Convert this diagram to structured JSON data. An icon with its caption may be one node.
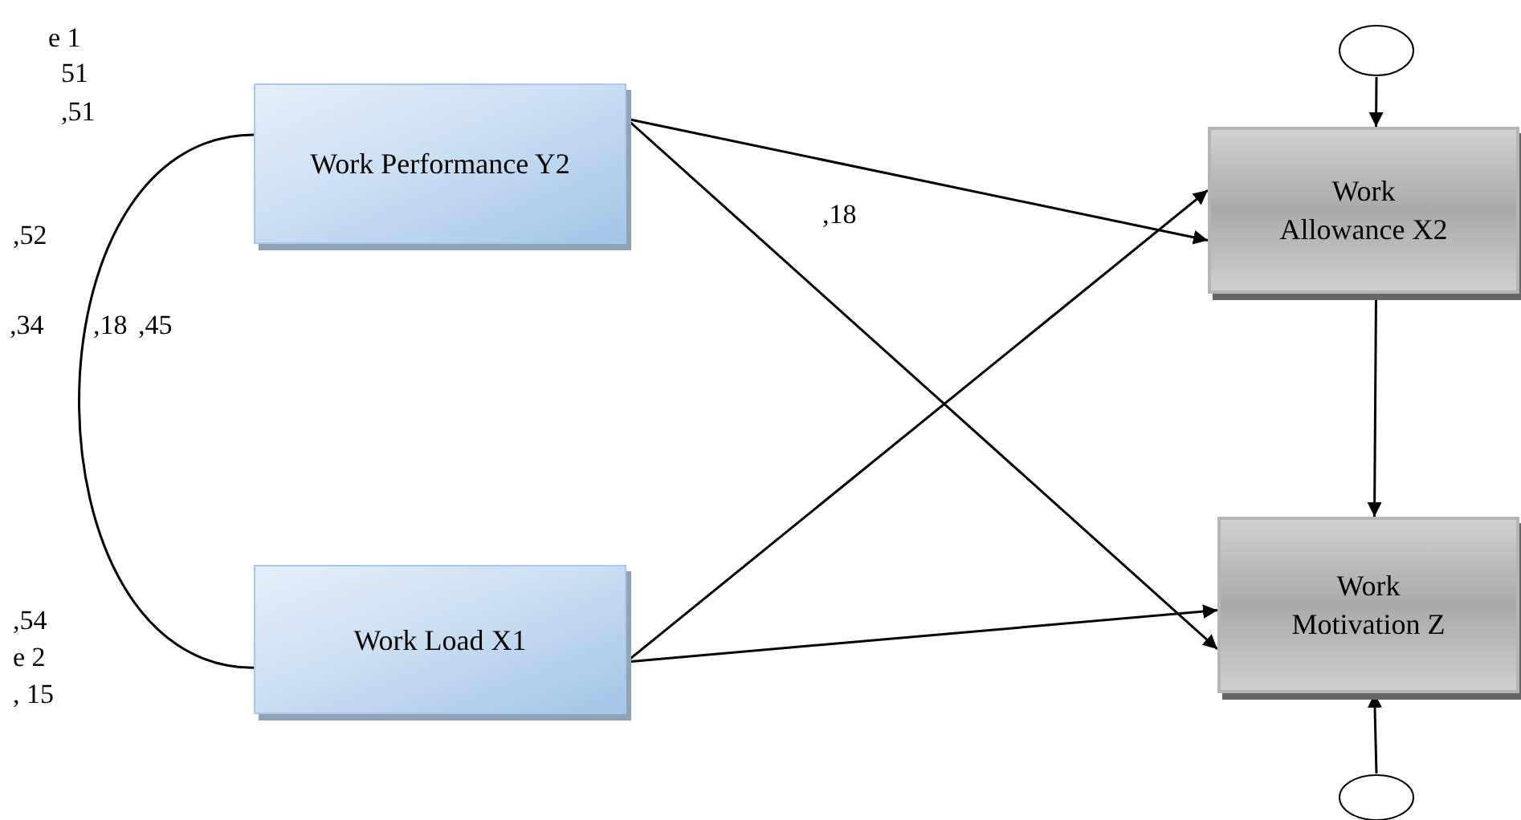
{
  "diagram": {
    "nodes": [
      {
        "text": [
          "Work Performance Y2"
        ]
      },
      {
        "text": [
          "Work Load X1"
        ]
      },
      {
        "text": [
          "Work Allowance X2"
        ]
      },
      {
        "text": [
          "Work Motivation Z"
        ]
      },
      {
        "text": [],
        "shape": "circle"
      },
      {
        "text": [],
        "shape": "circle"
      }
    ],
    "edges": [
      {
        "from": 0,
        "to": 2,
        "arrow": "to",
        "label": ",18"
      },
      {
        "from": 0,
        "to": 3,
        "arrow": "to"
      },
      {
        "from": 1,
        "to": 2,
        "arrow": "to"
      },
      {
        "from": 1,
        "to": 3,
        "arrow": "to"
      },
      {
        "from": 2,
        "to": 3,
        "arrow": "to"
      },
      {
        "from": 4,
        "to": 2,
        "arrow": "to"
      },
      {
        "from": 5,
        "to": 3,
        "arrow": "to"
      },
      {
        "from": 0,
        "to": 1,
        "arrow": "none"
      }
    ],
    "labels": [
      "e 1",
      "51",
      ",51",
      ",52",
      ",34",
      ",18",
      ",45",
      ",54",
      "e 2",
      ", 15"
    ]
  }
}
